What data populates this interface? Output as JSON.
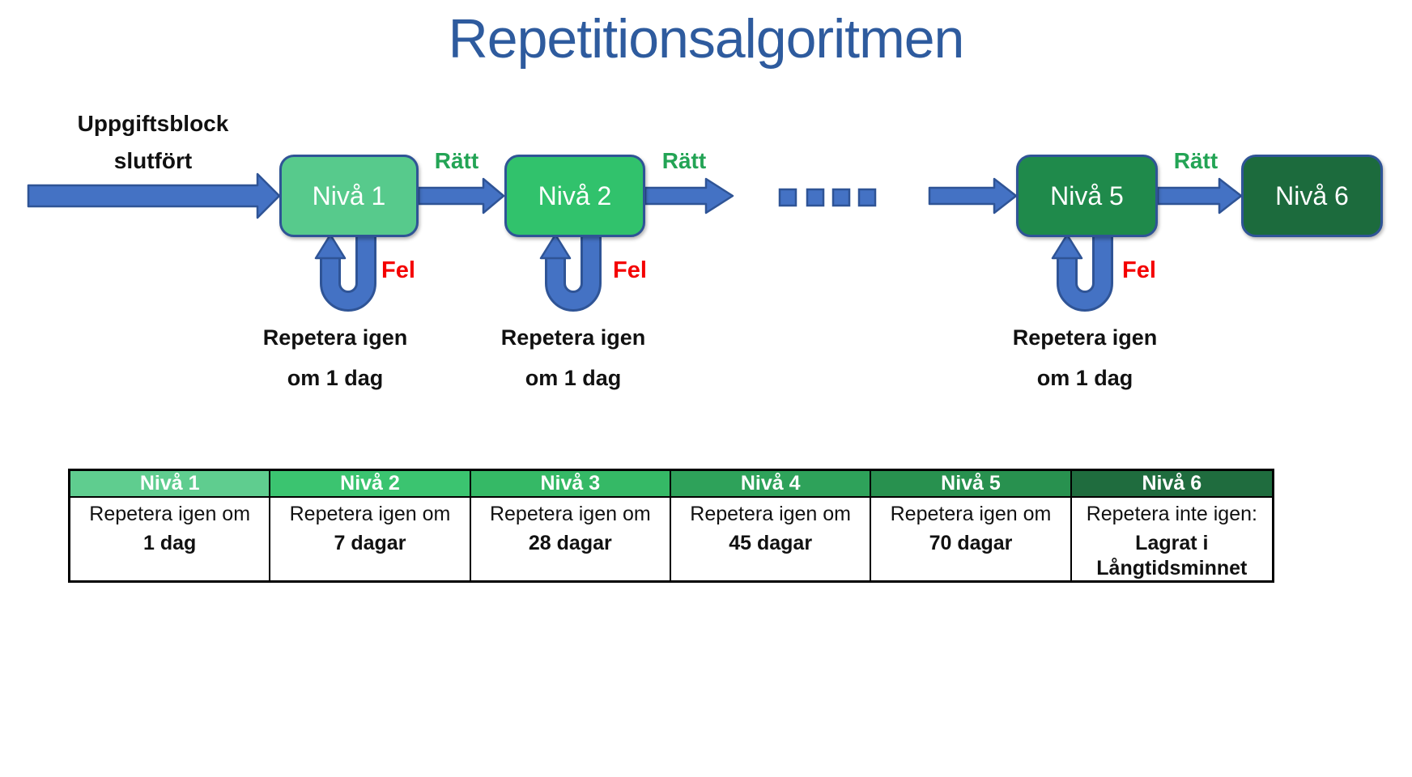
{
  "title": "Repetitionsalgoritmen",
  "colors": {
    "title_blue": "#2E5B9E",
    "arrow_fill_blue": "#4472C4",
    "arrow_outline_blue": "#2F5496",
    "correct_green": "#23A455",
    "fail_red": "#F40000",
    "table_border_black": "#000000"
  },
  "flow": {
    "entry": {
      "line1": "Uppgiftsblock",
      "line2": "slutfört"
    },
    "boxes": [
      {
        "label": "Nivå 1",
        "color": "#57CA8C"
      },
      {
        "label": "Nivå 2",
        "color": "#31C26C"
      },
      {
        "label": "Nivå 5",
        "color": "#1F8A4B"
      },
      {
        "label": "Nivå 6",
        "color": "#1C6B3D"
      }
    ],
    "success_labels": [
      "Rätt",
      "Rätt",
      "Rätt"
    ],
    "fail_labels": [
      "Fel",
      "Fel",
      "Fel"
    ],
    "loop_notes": [
      {
        "line1": "Repetera igen",
        "line2": "om 1 dag"
      },
      {
        "line1": "Repetera igen",
        "line2": "om 1 dag"
      },
      {
        "line1": "Repetera igen",
        "line2": "om 1 dag"
      }
    ]
  },
  "table": {
    "columns": [
      {
        "header": "Nivå 1",
        "header_color": "#5FCD8F",
        "line1": "Repetera igen om",
        "line2": "1 dag",
        "line3": ""
      },
      {
        "header": "Nivå 2",
        "header_color": "#3BC470",
        "line1": "Repetera igen om",
        "line2": "7 dagar",
        "line3": ""
      },
      {
        "header": "Nivå 3",
        "header_color": "#35B966",
        "line1": "Repetera igen om",
        "line2": "28 dagar",
        "line3": ""
      },
      {
        "header": "Nivå 4",
        "header_color": "#2EA25A",
        "line1": "Repetera igen om",
        "line2": "45 dagar",
        "line3": ""
      },
      {
        "header": "Nivå 5",
        "header_color": "#28914F",
        "line1": "Repetera igen om",
        "line2": "70 dagar",
        "line3": ""
      },
      {
        "header": "Nivå 6",
        "header_color": "#1F6C3E",
        "line1": "Repetera inte igen:",
        "line2": "Lagrat i",
        "line3": "Långtidsminnet"
      }
    ]
  }
}
